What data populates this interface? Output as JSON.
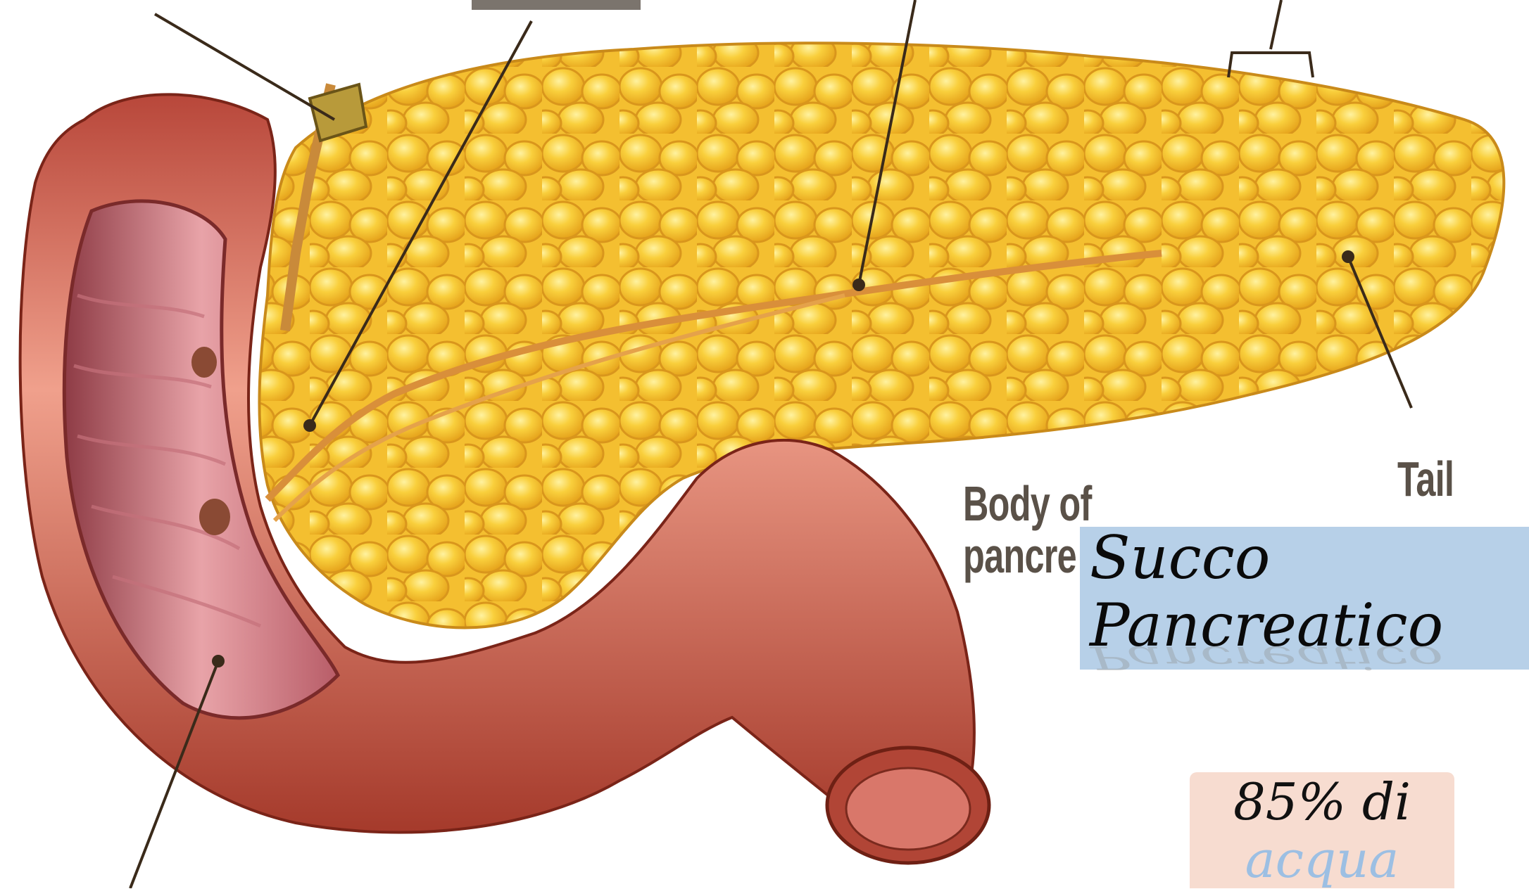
{
  "diagram": {
    "labels": {
      "body": "Body of\npancre",
      "tail": "Tail"
    },
    "colors": {
      "pancreas": "#f2b92a",
      "pancreas_highlight": "#fce46a",
      "duodenum": "#c9503d",
      "duodenum_highlight": "#ee9a86",
      "duct": "#d98f3a",
      "leader_line": "#3a2a1a"
    }
  },
  "slide": {
    "title": "Succo\nPancreatico",
    "title_reflection": "Pancreatico",
    "title_box_color": "#b7d0e8",
    "water_note": {
      "line1": "85% di",
      "line2": "acqua",
      "box_color": "#f7dcd0"
    }
  }
}
